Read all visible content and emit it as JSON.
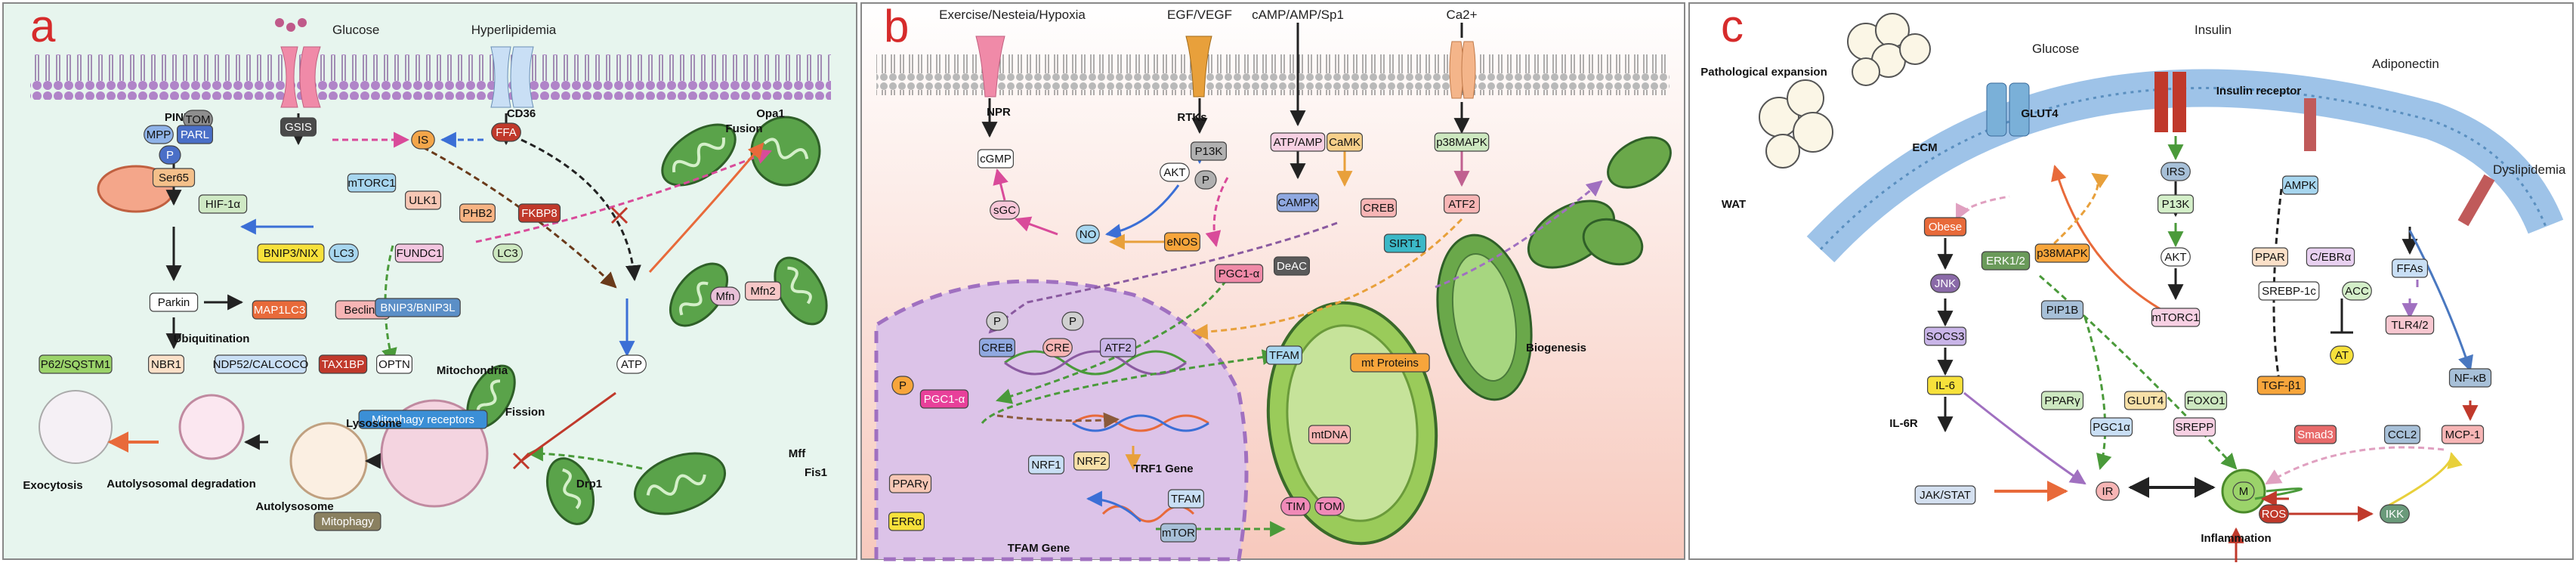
{
  "panels": [
    {
      "letter": "a",
      "color": "#e7f5ee",
      "stimuli": [
        "Glucose",
        "Hyperlipidemia"
      ],
      "nodes": [
        {
          "label": "GSIS",
          "fill": "#4a4a4a",
          "text": "#ffffff"
        },
        {
          "label": "IS",
          "fill": "#f4a64a"
        },
        {
          "label": "FFA",
          "fill": "#c0392b",
          "text": "#ffffff"
        },
        {
          "label": "CD36",
          "fill": "none"
        },
        {
          "label": "PINK1",
          "fill": "none"
        },
        {
          "label": "TOM",
          "fill": "#8e8e8e"
        },
        {
          "label": "PARL",
          "fill": "#4a6fc7",
          "text": "#ffffff"
        },
        {
          "label": "MPP",
          "fill": "#8fb3e8"
        },
        {
          "label": "P",
          "fill": "#4a6fc7",
          "text": "#ffffff"
        },
        {
          "label": "Ser65",
          "fill": "#f4c08a"
        },
        {
          "label": "HIF-1α",
          "fill": "#cfe9c4"
        },
        {
          "label": "mTORC1",
          "fill": "#a7d6ef"
        },
        {
          "label": "ULK1",
          "fill": "#f7c7b5"
        },
        {
          "label": "BNIP3/NIX",
          "fill": "#f7e13b"
        },
        {
          "label": "LC3",
          "fill": "#a7d6ef"
        },
        {
          "label": "FUNDC1",
          "fill": "#f3c6e0"
        },
        {
          "label": "PHB2",
          "fill": "#f7b383"
        },
        {
          "label": "FKBP8",
          "fill": "#c0392b",
          "text": "#ffffff"
        },
        {
          "label": "LC3",
          "fill": "#cde8c0"
        },
        {
          "label": "Parkin",
          "fill": "#ffffff"
        },
        {
          "label": "MAP1LC3",
          "fill": "#e86a3a",
          "text": "#ffffff"
        },
        {
          "label": "Beclin1",
          "fill": "#f7b5b5"
        },
        {
          "label": "BNIP3/BNIP3L",
          "fill": "#5b8fc7",
          "text": "#ffffff"
        },
        {
          "label": "Ubiquitination",
          "fill": "none"
        },
        {
          "label": "P62/SQSTM1",
          "fill": "#9bd36a"
        },
        {
          "label": "NBR1",
          "fill": "#fbe0c8"
        },
        {
          "label": "NDP52/CALCOCO",
          "fill": "#c9dff5"
        },
        {
          "label": "TAX1BP",
          "fill": "#c0392b",
          "text": "#ffffff"
        },
        {
          "label": "OPTN",
          "fill": "#ffffff"
        },
        {
          "label": "Mitophagy receptors",
          "fill": "#3b8fd6",
          "text": "#ffffff"
        },
        {
          "label": "Lysosome",
          "fill": "none"
        },
        {
          "label": "ATP",
          "fill": "#ffffff"
        },
        {
          "label": "Fusion",
          "fill": "none"
        },
        {
          "label": "Opa1",
          "fill": "none"
        },
        {
          "label": "Mfn",
          "fill": "#e8c0d8"
        },
        {
          "label": "Mfn2",
          "fill": "#f7c7c7"
        },
        {
          "label": "Mitochondria",
          "fill": "none"
        },
        {
          "label": "Fission",
          "fill": "none"
        },
        {
          "label": "Drp1",
          "fill": "none"
        },
        {
          "label": "Mff",
          "fill": "none"
        },
        {
          "label": "Fis1",
          "fill": "none"
        },
        {
          "label": "Exocytosis",
          "fill": "none"
        },
        {
          "label": "Autolysosomal degradation",
          "fill": "none"
        },
        {
          "label": "Autolysosome",
          "fill": "none"
        },
        {
          "label": "Mitophagy",
          "fill": "#8a8060",
          "text": "#ffffff"
        }
      ]
    },
    {
      "letter": "b",
      "color": "#fbe6df",
      "stimuli": [
        "Exercise/Nesteia/Hypoxia",
        "EGF/VEGF",
        "cAMP/AMP/Sp1",
        "Ca2+"
      ],
      "nodes": [
        {
          "label": "NPR",
          "fill": "none"
        },
        {
          "label": "RTKs",
          "fill": "none"
        },
        {
          "label": "cGMP",
          "fill": "#ffffff"
        },
        {
          "label": "P13K",
          "fill": "#b0b0b0"
        },
        {
          "label": "AKT",
          "fill": "#ffffff"
        },
        {
          "label": "P",
          "fill": "#b0b0b0"
        },
        {
          "label": "ATP/AMP",
          "fill": "#f7d0e3"
        },
        {
          "label": "CaMK",
          "fill": "#f7d08a"
        },
        {
          "label": "p38MAPK",
          "fill": "#cde8c0"
        },
        {
          "label": "CAMPK",
          "fill": "#8fa8e0"
        },
        {
          "label": "CREB",
          "fill": "#f7b5b5"
        },
        {
          "label": "ATF2",
          "fill": "#f7b5b5"
        },
        {
          "label": "sGC",
          "fill": "#f7c7d8"
        },
        {
          "label": "NO",
          "fill": "#a7d6ef"
        },
        {
          "label": "eNOS",
          "fill": "#f7a53b"
        },
        {
          "label": "SIRT1",
          "fill": "#3bb8c7"
        },
        {
          "label": "PGC1-α",
          "fill": "#f08aa8"
        },
        {
          "label": "DeAC",
          "fill": "#5a5a5a",
          "text": "#ffffff"
        },
        {
          "label": "CREB",
          "fill": "#8fa8e0"
        },
        {
          "label": "CRE",
          "fill": "#f7b5b5"
        },
        {
          "label": "ATF2",
          "fill": "#c9b5e8"
        },
        {
          "label": "P",
          "fill": "#d0d0d0"
        },
        {
          "label": "P",
          "fill": "#d0d0d0"
        },
        {
          "label": "P",
          "fill": "#f7a53b"
        },
        {
          "label": "PGC1-α",
          "fill": "#e8409a",
          "text": "#ffffff"
        },
        {
          "label": "TRF1 Gene",
          "fill": "none"
        },
        {
          "label": "NRF1",
          "fill": "#c9dff5"
        },
        {
          "label": "NRF2",
          "fill": "#f7e0a8"
        },
        {
          "label": "PPARγ",
          "fill": "#f7c7b5"
        },
        {
          "label": "ERRα",
          "fill": "#f7e13b"
        },
        {
          "label": "TFAM Gene",
          "fill": "none"
        },
        {
          "label": "TFAM",
          "fill": "#c9dff5"
        },
        {
          "label": "mTOR",
          "fill": "#a7c0d8"
        },
        {
          "label": "TFAM",
          "fill": "#a7d6ef"
        },
        {
          "label": "mt Proteins",
          "fill": "#f7a53b"
        },
        {
          "label": "mtDNA",
          "fill": "#f7b5b5"
        },
        {
          "label": "TIM",
          "fill": "#f08ab8"
        },
        {
          "label": "TOM",
          "fill": "#f08ab8"
        },
        {
          "label": "Biogenesis",
          "fill": "none"
        }
      ]
    },
    {
      "letter": "c",
      "color": "#f1eefa",
      "stimuli": [
        "Glucose",
        "Insulin",
        "Adiponectin",
        "Dyslipidemia"
      ],
      "nodes": [
        {
          "label": "Pathological expansion",
          "fill": "none"
        },
        {
          "label": "WAT",
          "fill": "none"
        },
        {
          "label": "ECM",
          "fill": "none"
        },
        {
          "label": "GLUT4",
          "fill": "none"
        },
        {
          "label": "Insulin receptor",
          "fill": "none"
        },
        {
          "label": "IRS",
          "fill": "#a7c0d8"
        },
        {
          "label": "P13K",
          "fill": "#d4efc9"
        },
        {
          "label": "AKT",
          "fill": "#ffffff"
        },
        {
          "label": "mTORC1",
          "fill": "#f7d0e3"
        },
        {
          "label": "AMPK",
          "fill": "#a7d6ef"
        },
        {
          "label": "PPAR",
          "fill": "#fbe0c8"
        },
        {
          "label": "C/EBRα",
          "fill": "#e8d0f0"
        },
        {
          "label": "SREBP-1c",
          "fill": "#ffffff"
        },
        {
          "label": "ACC",
          "fill": "#d4efc9"
        },
        {
          "label": "AT",
          "fill": "#f7e13b"
        },
        {
          "label": "FFAs",
          "fill": "#c9dff5"
        },
        {
          "label": "TLR4/2",
          "fill": "#f7c7d0"
        },
        {
          "label": "NF-κB",
          "fill": "#a7c0d8"
        },
        {
          "label": "TGF-β1",
          "fill": "#f7a53b"
        },
        {
          "label": "Smad3",
          "fill": "#e86a6a",
          "text": "#ffffff"
        },
        {
          "label": "CCL2",
          "fill": "#a7c0d8"
        },
        {
          "label": "MCP-1",
          "fill": "#f7b5b5"
        },
        {
          "label": "Obese",
          "fill": "#e86a3a",
          "text": "#ffffff"
        },
        {
          "label": "ERK1/2",
          "fill": "#6a9a5a",
          "text": "#ffffff"
        },
        {
          "label": "p38MAPK",
          "fill": "#f7a53b"
        },
        {
          "label": "JNK",
          "fill": "#8a6aa8",
          "text": "#ffffff"
        },
        {
          "label": "PIP1B",
          "fill": "#a7c0d8"
        },
        {
          "label": "SOCS3",
          "fill": "#c9b5e8"
        },
        {
          "label": "IL-6",
          "fill": "#f7e13b"
        },
        {
          "label": "IL-6R",
          "fill": "none"
        },
        {
          "label": "PPARγ",
          "fill": "#cde8c0"
        },
        {
          "label": "GLUT4",
          "fill": "#f7e0a8"
        },
        {
          "label": "FOXO1",
          "fill": "#cde8c0"
        },
        {
          "label": "PGC1α",
          "fill": "#c9dff5"
        },
        {
          "label": "SREPP",
          "fill": "#f7d0e3"
        },
        {
          "label": "JAK/STAT",
          "fill": "#d4e0f0"
        },
        {
          "label": "IR",
          "fill": "#f7b5b5"
        },
        {
          "label": "M",
          "fill": "#9bd36a"
        },
        {
          "label": "ROS",
          "fill": "#c0392b",
          "text": "#ffffff"
        },
        {
          "label": "IKK",
          "fill": "#6a9a7a",
          "text": "#ffffff"
        },
        {
          "label": "Inflammation",
          "fill": "none"
        }
      ]
    }
  ]
}
